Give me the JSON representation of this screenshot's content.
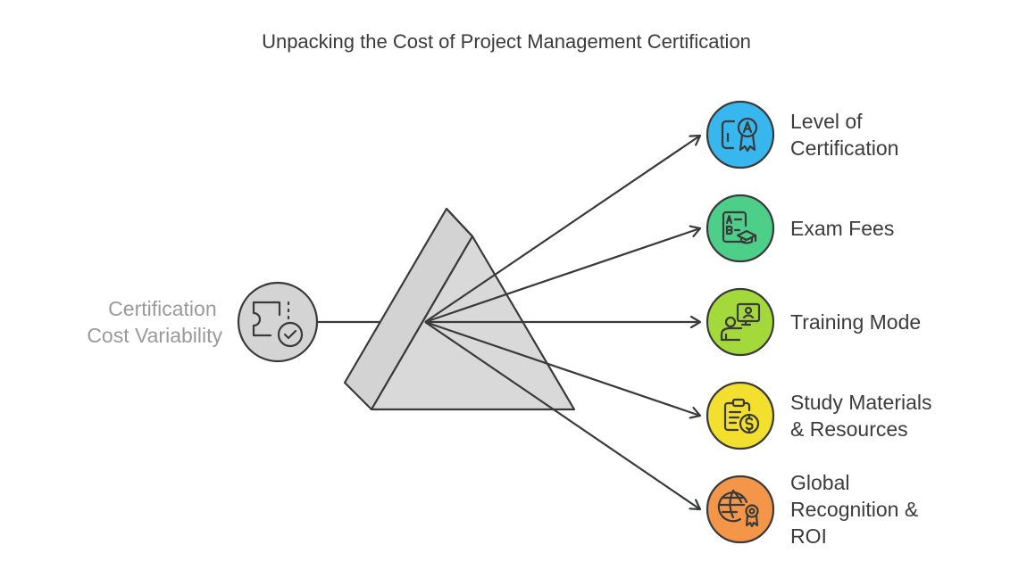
{
  "title": "Unpacking the Cost of Project Management Certification",
  "source": {
    "lines": [
      "Certification",
      "Cost Variability"
    ],
    "icon": "ticket-check-icon",
    "color": "#d4d4d4"
  },
  "outputs": [
    {
      "lines": [
        "Level of",
        "Certification"
      ],
      "icon": "certificate-badge-icon",
      "color": "#38b6ee"
    },
    {
      "lines": [
        "Exam Fees"
      ],
      "icon": "exam-sheet-icon",
      "color": "#4dcf8a"
    },
    {
      "lines": [
        "Training Mode"
      ],
      "icon": "online-training-icon",
      "color": "#a3d93a"
    },
    {
      "lines": [
        "Study Materials",
        "& Resources"
      ],
      "icon": "clipboard-dollar-icon",
      "color": "#f2df2e"
    },
    {
      "lines": [
        "Global",
        "Recognition &",
        "ROI"
      ],
      "icon": "globe-award-icon",
      "color": "#f4964a"
    }
  ]
}
